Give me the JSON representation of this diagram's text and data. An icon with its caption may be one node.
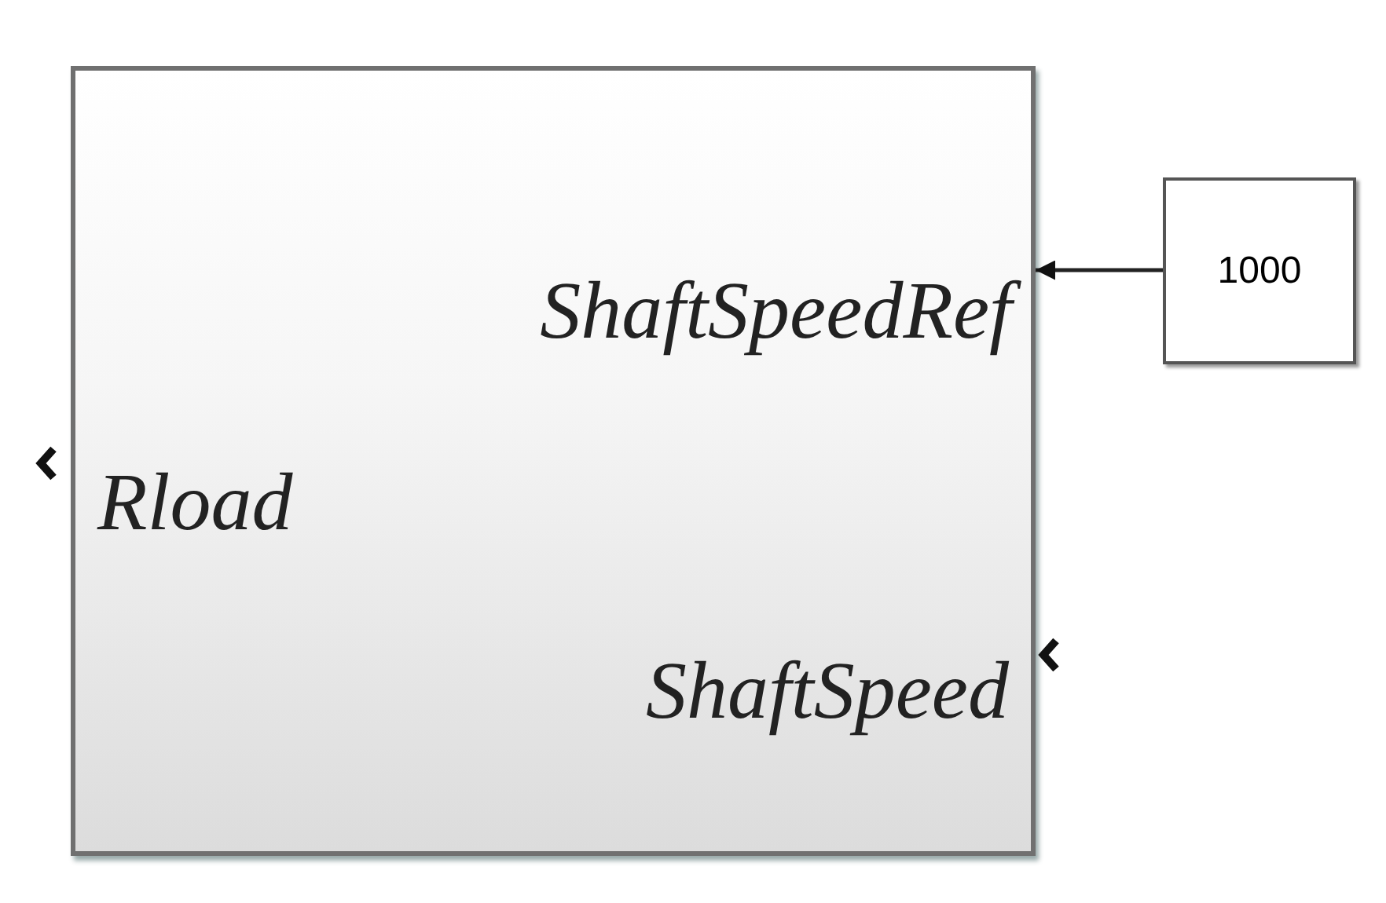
{
  "diagram": {
    "nodes": [
      {
        "text": [
          "ShaftSpeedRef",
          "Rload",
          "ShaftSpeed"
        ]
      },
      {
        "text": [
          "1000"
        ]
      }
    ],
    "edges": [
      {
        "from": 1,
        "to": 0,
        "arrow": "to"
      }
    ]
  }
}
